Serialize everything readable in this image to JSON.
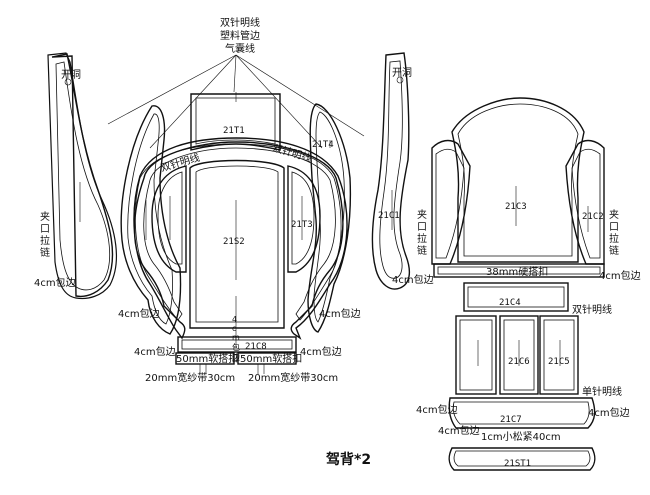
{
  "top_notes": [
    "双针明线",
    "塑料管边",
    "气囊线"
  ],
  "labels": {
    "open_hole_left": "开洞",
    "open_hole_right": "开洞",
    "clip_zipper_left": [
      "夹",
      "口",
      "拉",
      "链"
    ],
    "clip_zipper_right": [
      "夹",
      "口",
      "拉",
      "链"
    ],
    "binding_4cm": "4cm包边",
    "double_needle_arc_left": "双针明线",
    "double_needle_arc_right": "双针明线",
    "velcro_50mm": "50mm软搭扣",
    "gauze_tape_20mm": "20mm宽纱带30cm",
    "hard_velcro_38mm": "38mm硬搭扣",
    "double_needle": "双针明线",
    "single_needle": "单针明线",
    "elastic_1cm": "1cm小松紧40cm"
  },
  "center_vertical_text": [
    "4",
    "c",
    "m",
    "包",
    "边"
  ],
  "codes": {
    "t1": "21T1",
    "t4": "21T4",
    "t3": "21T3",
    "s2": "21S2",
    "c8": "21C8",
    "c1": "21C1",
    "c2": "21C2",
    "c3": "21C3",
    "c4": "21C4",
    "c6": "21C6",
    "c5": "21C5",
    "c7": "21C7",
    "st1": "21ST1"
  },
  "title": "驾背*2"
}
